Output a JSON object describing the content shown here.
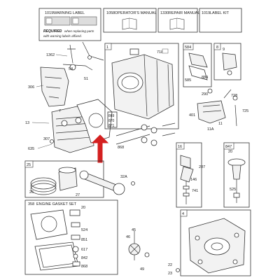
{
  "header": {
    "warning_label_code": "1019",
    "warning_label_title": "WARNING LABEL",
    "operator_manual_code": "1058",
    "operator_manual_title": "OPERATOR'S MANUAL",
    "repair_manual_code": "1330",
    "repair_manual_title": "REPAIR MANUAL",
    "label_kit_code": "1019",
    "label_kit_title": "LABEL KIT",
    "required_word": "REQUIRED",
    "required_line1": "when replacing parts",
    "required_line2": "with warning labels affixed."
  },
  "gasket_set": {
    "code": "358",
    "title": "ENGINE GASKET SET"
  },
  "boxes": {
    "engine_block": "1",
    "breather": "584",
    "valve_cover": "8",
    "piston": "25",
    "crankshaft": "16",
    "camshaft": "847",
    "sump": "4"
  },
  "callouts": {
    "c1362": "1362",
    "c51": "51",
    "c54": "54",
    "c306": "306",
    "c718": "718",
    "c869": "869",
    "c870": "870",
    "c871": "871",
    "c585": "585",
    "c884": "884",
    "c9": "9",
    "c290": "290",
    "c728": "728",
    "c725": "725",
    "c11": "11",
    "c11A": "11A",
    "c401": "401",
    "c7": "7",
    "c13": "13",
    "c307": "307",
    "c635": "635",
    "c868": "868",
    "c146": "146",
    "c741": "741",
    "c287": "287",
    "c525": "525",
    "c26": "26",
    "c27": "27",
    "c32A": "32A",
    "c20": "20",
    "c524": "524",
    "c851": "851",
    "c617": "617",
    "c842": "842",
    "c868b": "868",
    "c20b": "20",
    "c45": "45",
    "c46": "46",
    "c49": "49",
    "c22": "22",
    "c23": "23"
  },
  "colors": {
    "arrow": "#d42020",
    "line": "#333333"
  }
}
